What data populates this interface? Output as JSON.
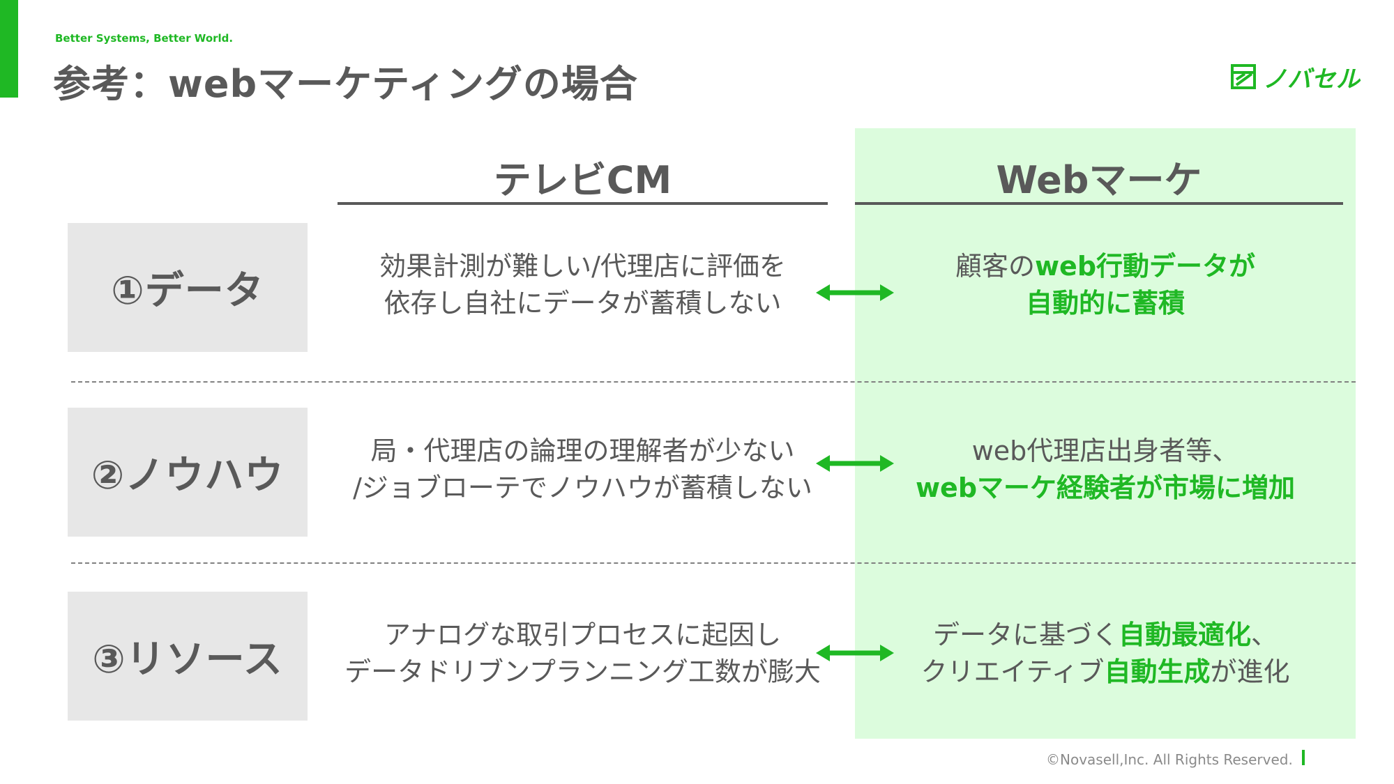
{
  "header": {
    "tagline": "Better Systems, Better World.",
    "title": "参考：webマーケティングの場合",
    "logo_text": "ノバセル",
    "logo_icon": "novasell-logo-icon"
  },
  "columns": {
    "tv": "テレビCM",
    "web": "Webマーケ"
  },
  "rows": [
    {
      "label": "①データ",
      "tv_lines": [
        "効果計測が難しい/代理店に評価を",
        "依存し自社にデータが蓄積しない"
      ],
      "web_line1": {
        "plain": "顧客の",
        "highlight": "web行動データが"
      },
      "web_line2": {
        "highlight": "自動的に蓄積"
      }
    },
    {
      "label": "②ノウハウ",
      "tv_lines": [
        "局・代理店の論理の理解者が少ない",
        "/ジョブローテでノウハウが蓄積しない"
      ],
      "web_line1": {
        "plain": "web代理店出身者等、"
      },
      "web_line2": {
        "highlight": "webマーケ経験者が市場に増加"
      }
    },
    {
      "label": "③リソース",
      "tv_lines": [
        "アナログな取引プロセスに起因し",
        "データドリブンプランニング工数が膨大"
      ],
      "web_line1": {
        "plain": "データに基づく",
        "highlight": "自動最適化",
        "trail": "、"
      },
      "web_line2": {
        "plain": "クリエイティブ",
        "highlight": "自動生成",
        "trail": "が進化"
      }
    }
  ],
  "colors": {
    "accent": "#1fb824",
    "text": "#595959",
    "web_panel": "#dcfcdd",
    "label_box": "#e7e7e7"
  },
  "footer": {
    "copyright": "©Novasell,Inc. All Rights Reserved."
  }
}
